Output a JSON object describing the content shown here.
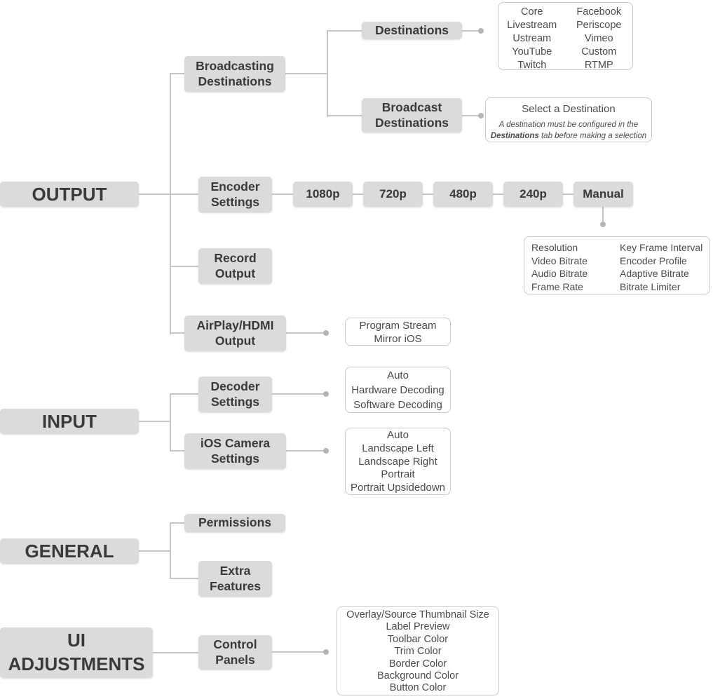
{
  "palette": {
    "node_bg": "#dbdbdb",
    "node_text": "#3a3a3c",
    "panel_border": "#c9c9c9",
    "panel_text": "#4b4b4d",
    "connector_line": "#c5c5c5",
    "connector_dot": "#b5b5b5"
  },
  "output": {
    "label": "OUTPUT",
    "broadcasting_destinations": "Broadcasting Destinations",
    "destinations": "Destinations",
    "destinations_panel": {
      "col1": [
        "Core",
        "Livestream",
        "Ustream",
        "YouTube",
        "Twitch"
      ],
      "col2": [
        "Facebook",
        "Periscope",
        "Vimeo",
        "Custom",
        "RTMP"
      ]
    },
    "broadcast_destinations": "Broadcast Destinations",
    "select_destination": {
      "title": "Select a Destination",
      "note_line1": "A destination must be configured in the",
      "note_bold": "Destinations",
      "note_rest": " tab before making a selection"
    },
    "encoder_settings": "Encoder Settings",
    "resolutions": [
      "1080p",
      "720p",
      "480p",
      "240p"
    ],
    "manual": "Manual",
    "manual_panel": {
      "col1": [
        "Resolution",
        "Video Bitrate",
        "Audio Bitrate",
        "Frame Rate"
      ],
      "col2": [
        "Key Frame Interval",
        "Encoder Profile",
        "Adaptive Bitrate",
        "Bitrate Limiter"
      ]
    },
    "record_output": "Record Output",
    "airplay_output": "AirPlay/HDMI Output",
    "airplay_panel": [
      "Program Stream",
      "Mirror iOS"
    ]
  },
  "input": {
    "label": "INPUT",
    "decoder_settings": "Decoder Settings",
    "decoder_panel": [
      "Auto",
      "Hardware Decoding",
      "Software Decoding"
    ],
    "ios_camera_settings": "iOS Camera Settings",
    "camera_panel": [
      "Auto",
      "Landscape Left",
      "Landscape Right",
      "Portrait",
      "Portrait Upsidedown"
    ]
  },
  "general": {
    "label": "GENERAL",
    "permissions": "Permissions",
    "extra_features": "Extra Features"
  },
  "ui_adjustments": {
    "label": "UI ADJUSTMENTS",
    "control_panels": "Control Panels",
    "control_panels_panel": [
      "Overlay/Source Thumbnail Size",
      "Label Preview",
      "Toolbar Color",
      "Trim Color",
      "Border Color",
      "Background Color",
      "Button Color"
    ]
  }
}
